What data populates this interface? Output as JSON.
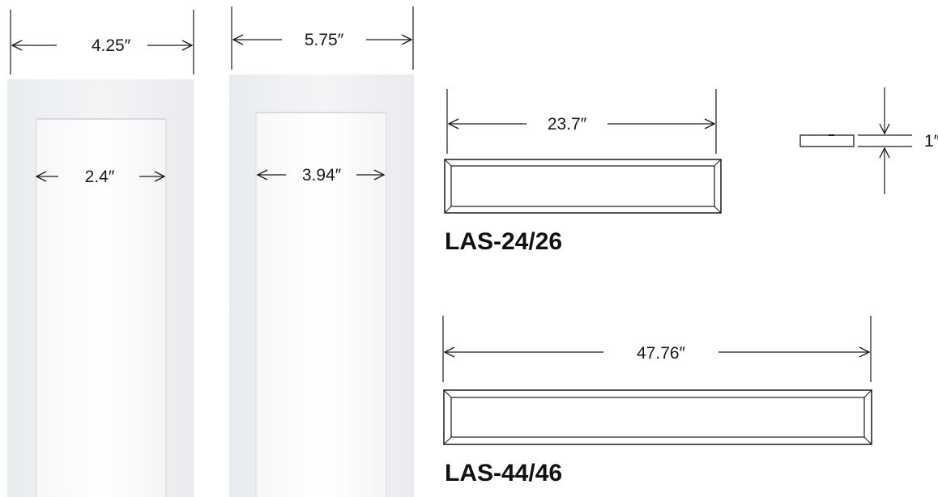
{
  "figure": {
    "fixture_small": {
      "outer_width": "4.25″",
      "lens_width": "2.4″"
    },
    "fixture_large": {
      "outer_width": "5.75″",
      "lens_width": "3.94″"
    },
    "profile_24": {
      "length": "23.7″",
      "model": "LAS-24/26"
    },
    "profile_44": {
      "length": "47.76″",
      "model": "LAS-44/46"
    },
    "side_view": {
      "height": "1″"
    }
  }
}
